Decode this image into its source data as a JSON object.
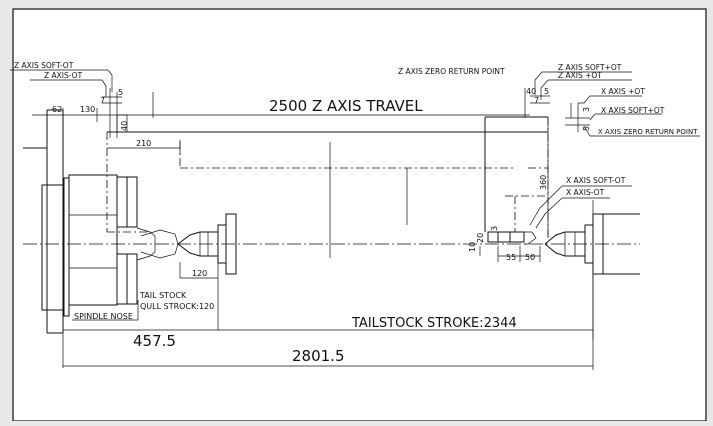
{
  "drawing": {
    "labels": {
      "z_travel": "2500 Z AXIS TRAVEL",
      "tailstock_stroke": "TAILSTOCK STROKE:2344",
      "spindle_nose": "SPINDLE NOSE",
      "tail_stock": "TAIL STOCK",
      "quill_stroke": "QULL STROCK:120",
      "z_soft_minus": "Z AXIS SOFT-OT",
      "z_ot_minus": "Z AXIS-OT",
      "z_zero_return": "Z AXIS ZERO RETURN POINT",
      "z_soft_plus": "Z AXIS SOFT+OT",
      "z_ot_plus": "Z AXIS +OT",
      "x_ot_plus": "X AXIS +OT",
      "x_soft_plus": "X AXIS SOFT+OT",
      "x_zero_return": "X AXIS ZERO RETURN POINT",
      "x_soft_minus": "X AXIS SOFT-OT",
      "x_ot_minus": "X AXIS-OT"
    },
    "dims": {
      "d62": "62",
      "d130": "130",
      "d7_left": "7",
      "d5_left": "5",
      "d40_left": "40",
      "d210": "210",
      "d120": "120",
      "d457": "457.5",
      "d2801": "2801.5",
      "d40_right": "40",
      "d5_right": "5",
      "d7_right": "7",
      "d3_top": "3",
      "d5_top": "5",
      "d360": "360",
      "d3_low": "3",
      "d20": "20",
      "d10": "10",
      "d55": "55",
      "d50": "50"
    }
  }
}
